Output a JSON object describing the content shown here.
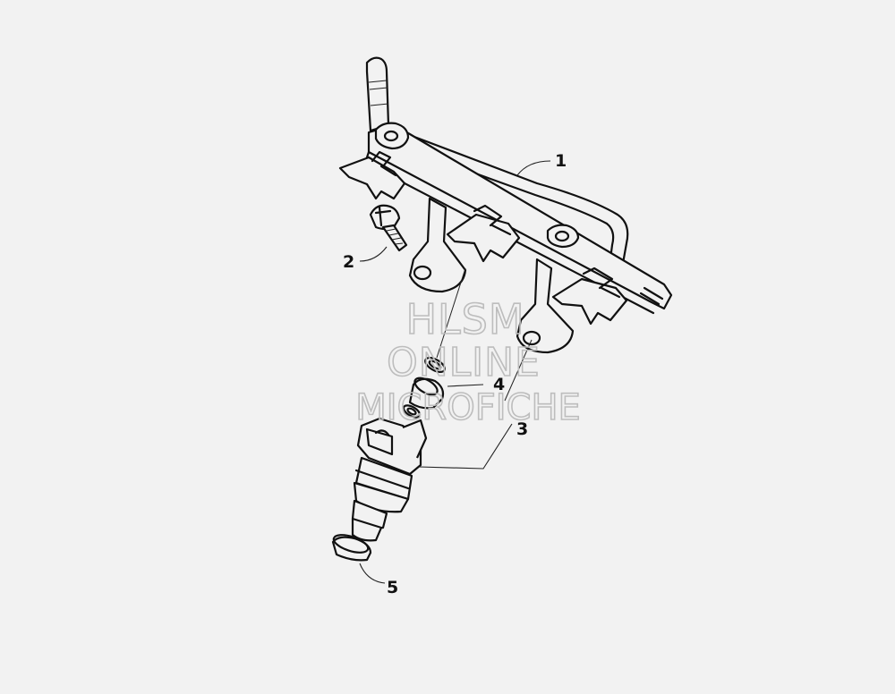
{
  "watermark": {
    "line1": "HLSM",
    "line2": "ONLINE",
    "line3": "MICROFICHE",
    "color": "#bdbdbd"
  },
  "callouts": {
    "c1": "1",
    "c2": "2",
    "c3": "3",
    "c4": "4",
    "c5": "5"
  },
  "background": "#f2f2f2",
  "line_color": "#111111"
}
